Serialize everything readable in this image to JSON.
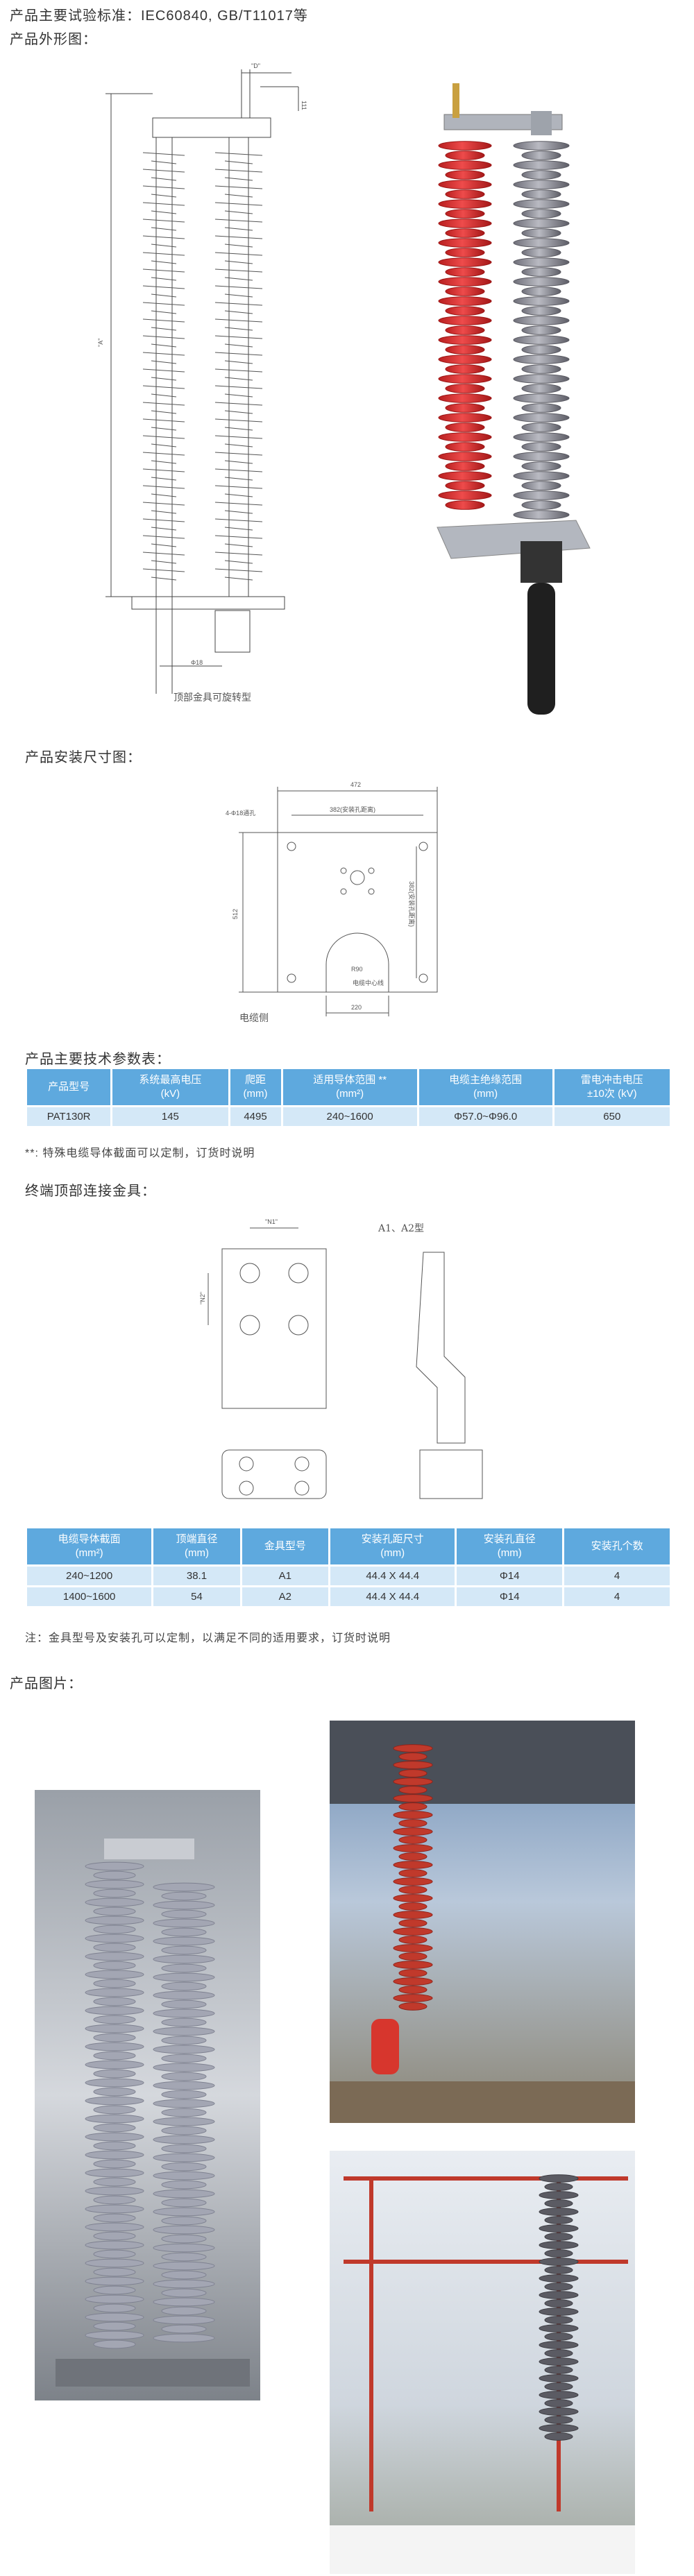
{
  "header": {
    "standard_line": "产品主要试验标准：IEC60840, GB/T11017等",
    "outline_title": "产品外形图："
  },
  "outline_drawing": {
    "dim_top": "\"D\"",
    "dim_top_right": "111",
    "dim_height": "\"A\"",
    "dim_bottom": "Φ18",
    "caption": "顶部金具可旋转型"
  },
  "install": {
    "title": "产品安装尺寸图：",
    "dims": {
      "width_total": "472",
      "holes": "4-Φ18通孔",
      "hole_span_h": "382(安装孔距离)",
      "hole_span_v": "382(安装孔距离)",
      "height": "512",
      "r": "R90",
      "center": "电缆中心线",
      "bottom": "220"
    },
    "side_label": "电缆侧"
  },
  "spec_table": {
    "title": "产品主要技术参数表：",
    "headers": [
      "产品型号",
      "系统最高电压\n(kV)",
      "爬距\n(mm)",
      "适用导体范围 **\n(mm²)",
      "电缆主绝缘范围\n(mm)",
      "雷电冲击电压\n±10次 (kV)"
    ],
    "rows": [
      [
        "PAT130R",
        "145",
        "4495",
        "240~1600",
        "Φ57.0~Φ96.0",
        "650"
      ]
    ],
    "note": "**: 特殊电缆导体截面可以定制，订货时说明"
  },
  "connector": {
    "title": "终端顶部连接金具：",
    "type_label": "A1、A2型",
    "dim_n1": "\"N1\"",
    "dim_n2": "\"N2\""
  },
  "fitting_table": {
    "headers": [
      "电缆导体截面\n(mm²)",
      "顶端直径\n(mm)",
      "金具型号",
      "安装孔距尺寸\n(mm)",
      "安装孔直径\n(mm)",
      "安装孔个数"
    ],
    "rows": [
      [
        "240~1200",
        "38.1",
        "A1",
        "44.4 X 44.4",
        "Φ14",
        "4"
      ],
      [
        "1400~1600",
        "54",
        "A2",
        "44.4 X 44.4",
        "Φ14",
        "4"
      ]
    ],
    "note": "注：金具型号及安装孔可以定制，以满足不同的适用要求，订货时说明"
  },
  "photos": {
    "title": "产品图片："
  },
  "colors": {
    "table_header": "#5ea9de",
    "table_cell": "#d4e8f7",
    "insulator_red": "#e23a3a",
    "insulator_grey": "#9a9aa4"
  }
}
